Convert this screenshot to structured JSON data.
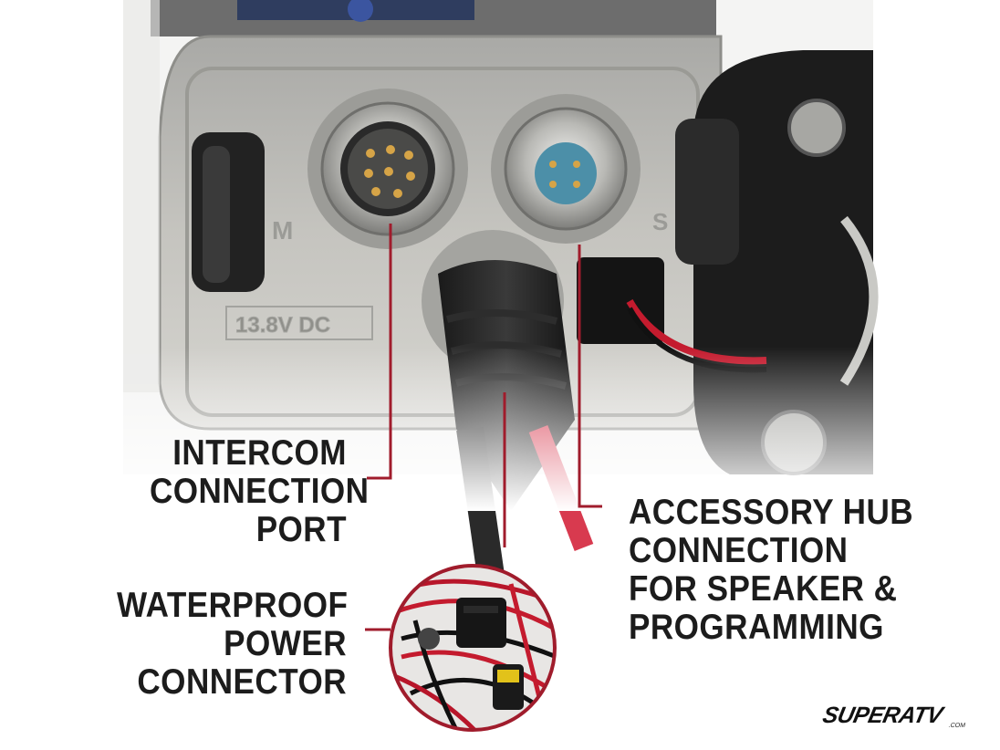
{
  "labels": {
    "intercom": [
      "INTERCOM",
      "CONNECTION",
      "PORT"
    ],
    "waterproof": [
      "WATERPROOF",
      "POWER",
      "CONNECTOR"
    ],
    "accessory": [
      "ACCESSORY HUB",
      "CONNECTION",
      "FOR SPEAKER &",
      "PROGRAMMING"
    ]
  },
  "device_markings": {
    "left_port_mark": "M",
    "right_port_mark": "S",
    "voltage_mark": "13.8V DC"
  },
  "logo": {
    "text": "SUPERATV",
    "suffix": ".COM"
  },
  "colors": {
    "accent": "#a01c2c",
    "text": "#1c1c1c"
  }
}
